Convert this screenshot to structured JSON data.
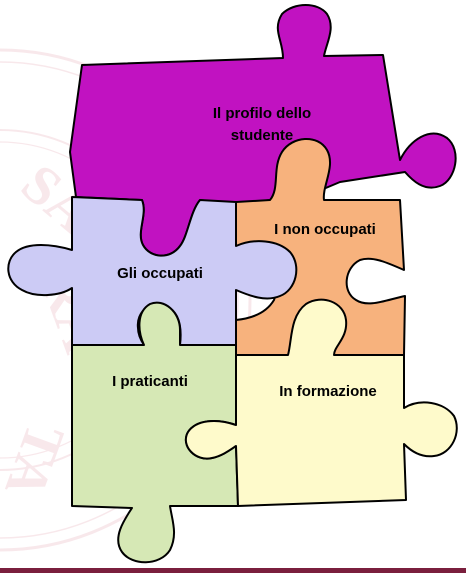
{
  "colors": {
    "watermark": "#f3d6dc",
    "outline": "#000000",
    "footer_line": "#7a1f3d",
    "magenta": "#c112c1",
    "orange": "#f7b27d",
    "lavender": "#cccbf5",
    "green": "#d6e8b5",
    "yellow": "#fefacb"
  },
  "watermark": {
    "name": "university-seal-watermark",
    "text": "SACRA · ATA"
  },
  "pieces": {
    "profilo": {
      "label_line1": "Il profilo dello",
      "label_line2": "studente"
    },
    "non_occupati": {
      "label": "I non occupati"
    },
    "occupati": {
      "label": "Gli occupati"
    },
    "praticanti": {
      "label": "I praticanti"
    },
    "formazione": {
      "label": "In formazione"
    }
  }
}
